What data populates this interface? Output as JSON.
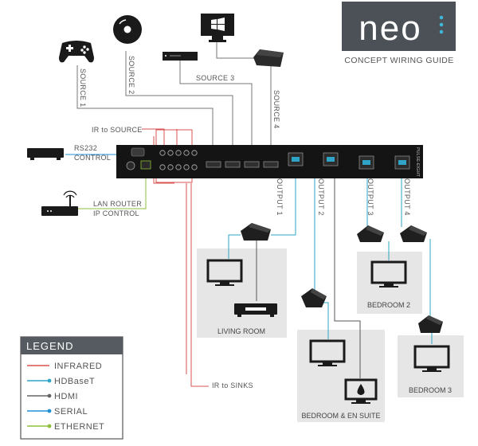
{
  "brand": {
    "logo_text": "neo",
    "subtitle": "CONCEPT WIRING GUIDE",
    "logo_bg": "#4b5156"
  },
  "sources": [
    "SOURCE 1",
    "SOURCE 2",
    "SOURCE 3",
    "SOURCE 4"
  ],
  "control": {
    "rs232_line1": "RS232",
    "rs232_line2": "CONTROL",
    "lan_line1": "LAN ROUTER",
    "lan_line2": "IP CONTROL"
  },
  "ir": {
    "to_source": "IR to SOURCE",
    "to_sinks": "IR to SINKS"
  },
  "matrix": {
    "brand": "PULSE-EIGHT"
  },
  "outputs": [
    "OUTPUT 1",
    "OUTPUT 2",
    "OUTPUT 3",
    "OUTPUT 4"
  ],
  "rooms": {
    "living": "LIVING ROOM",
    "bed2": "BEDROOM 2",
    "bed_ensuite": "BEDROOM & EN SUITE",
    "bed3": "BEDROOM 3"
  },
  "legend": {
    "title": "LEGEND",
    "items": [
      {
        "label": "INFRARED",
        "color": "#d9534f"
      },
      {
        "label": "HDBaseT",
        "color": "#2fa4c6"
      },
      {
        "label": "HDMI",
        "color": "#666666"
      },
      {
        "label": "SERIAL",
        "color": "#1e90d6"
      },
      {
        "label": "ETHERNET",
        "color": "#8fbf3a"
      }
    ]
  },
  "colors": {
    "ir": "#d9534f",
    "hdbaset": "#2fa4c6",
    "hdmi": "#666666",
    "serial": "#1e90d6",
    "ethernet": "#8fbf3a",
    "device": "#1a1a1a",
    "room_bg": "#e6e6e6"
  },
  "icons": [
    "gamepad-icon",
    "disc-icon",
    "windows-monitor-icon",
    "media-box-icon",
    "set-top-box-icon",
    "router-icon",
    "tv-icon",
    "soundbar-icon",
    "extender-icon",
    "water-drop-icon"
  ]
}
